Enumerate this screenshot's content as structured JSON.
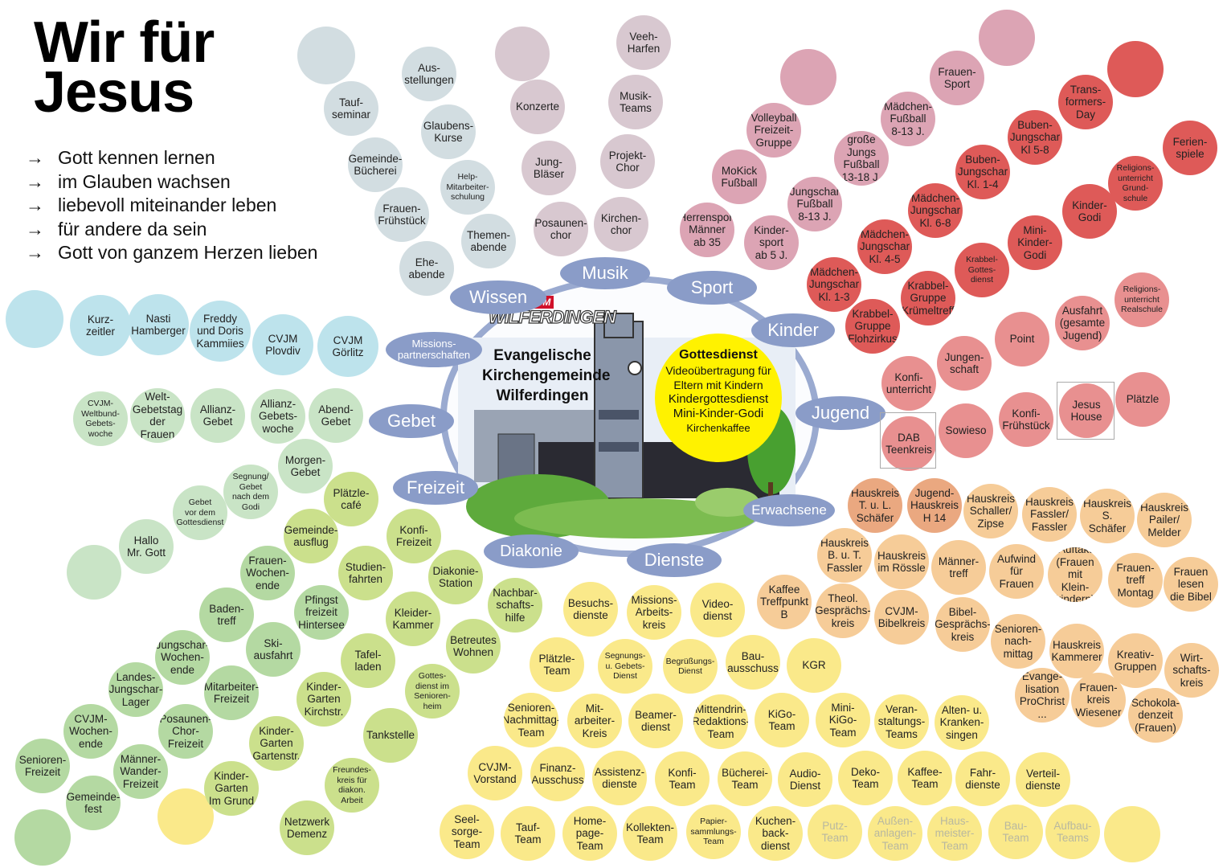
{
  "title": {
    "line1": "Wir für",
    "line2": "Jesus"
  },
  "goals": {
    "arrow": "→",
    "items": [
      "Gott kennen lernen",
      "im Glauben wachsen",
      "liebevoll miteinander leben",
      "für andere da sein",
      "Gott von ganzem Herzen lieben"
    ]
  },
  "center": {
    "cvjm": "CVJM",
    "wilferdingen": "WILFERDINGEN",
    "church": "Evangelische Kirchengemeinde Wilferdingen",
    "gottesdienst": {
      "title": "Gottesdienst",
      "video": "Videoübertragung für Eltern mit Kindern",
      "kigo": "Kindergottesdienst",
      "mini": "Mini-Kinder-Godi",
      "kaffee": "Kirchenkaffee"
    }
  },
  "categories": [
    "Musik",
    "Sport",
    "Kinder",
    "Jugend",
    "Erwachsene",
    "Dienste",
    "Diakonie",
    "Freizeit",
    "Gebet",
    "Missions-partnerschaften",
    "Wissen"
  ],
  "colors": {
    "wissen": "#d2dde1",
    "musik": "#d8c8d0",
    "sport": "#dca4b4",
    "kinder": "#de5a58",
    "jugend": "#e89090",
    "erwachsene_dark": "#eaa880",
    "erwachsene": "#f6cc98",
    "dienste": "#fae98a",
    "diakonie": "#cbe08c",
    "freizeit": "#b4d9a2",
    "gebet": "#c9e4c6",
    "mission": "#bde3ec",
    "category_pill": "#8a9cc8",
    "gottesdienst": "#fff200"
  },
  "bubbles": [
    {
      "t": "Kurz-\nzeitler",
      "c": "mission"
    },
    {
      "t": "Nasti\nHamberger",
      "c": "mission"
    },
    {
      "t": "Freddy\nund Doris\nKammiies",
      "c": "mission"
    },
    {
      "t": "CVJM\nPlovdiv",
      "c": "mission"
    },
    {
      "t": "CVJM\nGörlitz",
      "c": "mission"
    },
    {
      "t": "Tauf-\nseminar",
      "c": "wissen"
    },
    {
      "t": "Aus-\nstellungen",
      "c": "wissen"
    },
    {
      "t": "Gemeinde-\nBücherei",
      "c": "wissen"
    },
    {
      "t": "Glaubens-\nKurse",
      "c": "wissen"
    },
    {
      "t": "Help-\nMitarbeiter-\nschulung",
      "c": "wissen",
      "s": true
    },
    {
      "t": "Frauen-\nFrühstück",
      "c": "wissen"
    },
    {
      "t": "Themen-\nabende",
      "c": "wissen"
    },
    {
      "t": "Ehe-\nabende",
      "c": "wissen"
    },
    {
      "t": "Veeh-\nHarfen",
      "c": "musik"
    },
    {
      "t": "Konzerte",
      "c": "musik"
    },
    {
      "t": "Musik-\nTeams",
      "c": "musik"
    },
    {
      "t": "Jung-\nBläser",
      "c": "musik"
    },
    {
      "t": "Projekt-\nChor",
      "c": "musik"
    },
    {
      "t": "Posaunen-\nchor",
      "c": "musik"
    },
    {
      "t": "Kirchen-\nchor",
      "c": "musik"
    },
    {
      "t": "Frauen-\nSport",
      "c": "sport"
    },
    {
      "t": "Mädchen-\nFußball\n8-13 J.",
      "c": "sport"
    },
    {
      "t": "Volleyball\nFreizeit-\nGruppe",
      "c": "sport"
    },
    {
      "t": "große Jungs\nFußball\n13-18 J.",
      "c": "sport"
    },
    {
      "t": "MoKick\nFußball",
      "c": "sport"
    },
    {
      "t": "Jungschar\nFußball\n8-13 J.",
      "c": "sport"
    },
    {
      "t": "Herrensport\nMänner\nab 35",
      "c": "sport"
    },
    {
      "t": "Kinder-\nsport\nab 5 J.",
      "c": "sport"
    },
    {
      "t": "Trans-\nformers-\nDay",
      "c": "kinder"
    },
    {
      "t": "Buben-\nJungschar\nKl 5-8",
      "c": "kinder"
    },
    {
      "t": "Ferien-\nspiele",
      "c": "kinder"
    },
    {
      "t": "Buben-\nJungschar\nKl. 1-4",
      "c": "kinder"
    },
    {
      "t": "Religions-\nunterricht\nGrund-\nschule",
      "c": "kinder",
      "s": true
    },
    {
      "t": "Mädchen-\nJungschar\nKl. 6-8",
      "c": "kinder"
    },
    {
      "t": "Kinder-\nGodi",
      "c": "kinder"
    },
    {
      "t": "Mädchen-\nJungschar\nKl. 4-5",
      "c": "kinder"
    },
    {
      "t": "Mini-\nKinder-\nGodi",
      "c": "kinder"
    },
    {
      "t": "Krabbel-\nGottes-\ndienst",
      "c": "kinder",
      "s": true
    },
    {
      "t": "Mädchen-\nJungschar\nKl. 1-3",
      "c": "kinder"
    },
    {
      "t": "Krabbel-\nGruppe\nKrümeltreff",
      "c": "kinder"
    },
    {
      "t": "Krabbel-\nGruppe\nFlohzirkus",
      "c": "kinder"
    },
    {
      "t": "Religions-\nunterricht\nRealschule",
      "c": "jugend",
      "s": true
    },
    {
      "t": "Ausfahrt\n(gesamte\nJugend)",
      "c": "jugend"
    },
    {
      "t": "Point",
      "c": "jugend"
    },
    {
      "t": "Jungen-\nschaft",
      "c": "jugend"
    },
    {
      "t": "Konfi-\nunterricht",
      "c": "jugend"
    },
    {
      "t": "Plätzle",
      "c": "jugend"
    },
    {
      "t": "Jesus\nHouse",
      "c": "jugend"
    },
    {
      "t": "Konfi-\nFrühstück",
      "c": "jugend"
    },
    {
      "t": "Sowieso",
      "c": "jugend"
    },
    {
      "t": "DAB\nTeenkreis",
      "c": "jugend"
    },
    {
      "t": "Hauskreis\nT. u. L.\nSchäfer",
      "c": "erwachsene_dark"
    },
    {
      "t": "Jugend-\nHauskreis\nH 14",
      "c": "erwachsene_dark"
    },
    {
      "t": "Hauskreis\nSchaller/\nZipse",
      "c": "erwachsene"
    },
    {
      "t": "Hauskreis\nFassler/\nFassler",
      "c": "erwachsene"
    },
    {
      "t": "Hauskreis\nS. Schäfer",
      "c": "erwachsene"
    },
    {
      "t": "Hauskreis\nPailer/\nMelder",
      "c": "erwachsene"
    },
    {
      "t": "Hauskreis\nB. u. T.\nFassler",
      "c": "erwachsene"
    },
    {
      "t": "Hauskreis\nim Rössle",
      "c": "erwachsene"
    },
    {
      "t": "Männer-\ntreff",
      "c": "erwachsene"
    },
    {
      "t": "Aufwind\nfür\nFrauen",
      "c": "erwachsene"
    },
    {
      "t": "Auftakt\n(Frauen mit\nKlein-\nkindern)",
      "c": "erwachsene"
    },
    {
      "t": "Frauen-\ntreff\nMontag",
      "c": "erwachsene"
    },
    {
      "t": "Frauen\nlesen\ndie Bibel",
      "c": "erwachsene"
    },
    {
      "t": "Kaffee\nTreffpunkt\nB",
      "c": "erwachsene"
    },
    {
      "t": "Theol.\nGesprächs-\nkreis",
      "c": "erwachsene"
    },
    {
      "t": "CVJM-\nBibelkreis",
      "c": "erwachsene"
    },
    {
      "t": "Bibel-\nGesprächs-\nkreis",
      "c": "erwachsene"
    },
    {
      "t": "Senioren-\nnach-\nmittag",
      "c": "erwachsene"
    },
    {
      "t": "Hauskreis\nKammerer",
      "c": "erwachsene"
    },
    {
      "t": "Kreativ-\nGruppen",
      "c": "erwachsene"
    },
    {
      "t": "Wirt-\nschafts-\nkreis",
      "c": "erwachsene"
    },
    {
      "t": "Evange-\nlisation\nProChrist ...",
      "c": "erwachsene"
    },
    {
      "t": "Frauen-\nkreis\nWiesener",
      "c": "erwachsene"
    },
    {
      "t": "Schokola-\ndenzeit\n(Frauen)",
      "c": "erwachsene"
    },
    {
      "t": "Besuchs-\ndienste",
      "c": "dienste"
    },
    {
      "t": "Missions-\nArbeits-\nkreis",
      "c": "dienste"
    },
    {
      "t": "Video-\ndienst",
      "c": "dienste"
    },
    {
      "t": "Plätzle-\nTeam",
      "c": "dienste"
    },
    {
      "t": "Segnungs-\nu. Gebets-\nDienst",
      "c": "dienste",
      "s": true
    },
    {
      "t": "Begrüßungs-\nDienst",
      "c": "dienste",
      "s": true
    },
    {
      "t": "Bau-\nausschuss",
      "c": "dienste"
    },
    {
      "t": "KGR",
      "c": "dienste"
    },
    {
      "t": "Senioren-\nNachmittag-\nTeam",
      "c": "dienste"
    },
    {
      "t": "Mit-\narbeiter-\nKreis",
      "c": "dienste"
    },
    {
      "t": "Beamer-\ndienst",
      "c": "dienste"
    },
    {
      "t": "Mittendrin-\nRedaktions-\nTeam",
      "c": "dienste"
    },
    {
      "t": "KiGo-\nTeam",
      "c": "dienste"
    },
    {
      "t": "Mini-\nKiGo-\nTeam",
      "c": "dienste"
    },
    {
      "t": "Veran-\nstaltungs-\nTeams",
      "c": "dienste"
    },
    {
      "t": "Alten- u.\nKranken-\nsingen",
      "c": "dienste"
    },
    {
      "t": "CVJM-\nVorstand",
      "c": "dienste"
    },
    {
      "t": "Finanz-\nAusschuss",
      "c": "dienste"
    },
    {
      "t": "Assistenz-\ndienste",
      "c": "dienste"
    },
    {
      "t": "Konfi-\nTeam",
      "c": "dienste"
    },
    {
      "t": "Bücherei-\nTeam",
      "c": "dienste"
    },
    {
      "t": "Audio-\nDienst",
      "c": "dienste"
    },
    {
      "t": "Deko-\nTeam",
      "c": "dienste"
    },
    {
      "t": "Kaffee-\nTeam",
      "c": "dienste"
    },
    {
      "t": "Fahr-\ndienste",
      "c": "dienste"
    },
    {
      "t": "Verteil-\ndienste",
      "c": "dienste"
    },
    {
      "t": "Seel-\nsorge-\nTeam",
      "c": "dienste"
    },
    {
      "t": "Tauf-\nTeam",
      "c": "dienste"
    },
    {
      "t": "Home-\npage-\nTeam",
      "c": "dienste"
    },
    {
      "t": "Kollekten-\nTeam",
      "c": "dienste"
    },
    {
      "t": "Papier-\nsammlungs-\nTeam",
      "c": "dienste",
      "s": true
    },
    {
      "t": "Kuchen-\nback-\ndienst",
      "c": "dienste"
    },
    {
      "t": "Putz-\nTeam",
      "c": "dienste",
      "f": true
    },
    {
      "t": "Außen-\nanlagen-\nTeam",
      "c": "dienste",
      "f": true
    },
    {
      "t": "Haus-\nmeister-\nTeam",
      "c": "dienste",
      "f": true
    },
    {
      "t": "Bau-\nTeam",
      "c": "dienste",
      "f": true
    },
    {
      "t": "Aufbau-\nTeams",
      "c": "dienste",
      "f": true
    },
    {
      "t": "Diakonie-\nStation",
      "c": "diakonie"
    },
    {
      "t": "Nachbar-\nschafts-\nhilfe",
      "c": "diakonie"
    },
    {
      "t": "Kleider-\nKammer",
      "c": "diakonie"
    },
    {
      "t": "Betreutes\nWohnen",
      "c": "diakonie"
    },
    {
      "t": "Tafel-\nladen",
      "c": "diakonie"
    },
    {
      "t": "Gottes-\ndienst im\nSenioren-\nheim",
      "c": "diakonie",
      "s": true
    },
    {
      "t": "Kinder-\nGarten\nKirchstr.",
      "c": "diakonie"
    },
    {
      "t": "Tankstelle",
      "c": "diakonie"
    },
    {
      "t": "Kinder-\nGarten\nGartenstr.",
      "c": "diakonie"
    },
    {
      "t": "Freundes-\nkreis für\ndiakon.\nArbeit",
      "c": "diakonie",
      "s": true
    },
    {
      "t": "Kinder-\nGarten\nIm Grund",
      "c": "diakonie"
    },
    {
      "t": "Netzwerk\nDemenz",
      "c": "diakonie"
    },
    {
      "t": "Plätzle-\ncafé",
      "c": "diakonie"
    },
    {
      "t": "Konfi-\nFreizeit",
      "c": "diakonie"
    },
    {
      "t": "Gemeinde-\nausflug",
      "c": "diakonie"
    },
    {
      "t": "Studien-\nfahrten",
      "c": "diakonie"
    },
    {
      "t": "Frauen-\nWochen-\nende",
      "c": "freizeit"
    },
    {
      "t": "Pfingst\nfreizeit\nHintersee",
      "c": "freizeit"
    },
    {
      "t": "Baden-\ntreff",
      "c": "freizeit"
    },
    {
      "t": "Ski-\nausfahrt",
      "c": "freizeit"
    },
    {
      "t": "Jungschar-\nWochen-\nende",
      "c": "freizeit"
    },
    {
      "t": "Mitarbeiter-\nFreizeit",
      "c": "freizeit"
    },
    {
      "t": "Landes-\nJungschar-\nLager",
      "c": "freizeit"
    },
    {
      "t": "Posaunen-\nChor-\nFreizeit",
      "c": "freizeit"
    },
    {
      "t": "CVJM-\nWochen-\nende",
      "c": "freizeit"
    },
    {
      "t": "Männer-\nWander-\nFreizeit",
      "c": "freizeit"
    },
    {
      "t": "Senioren-\nFreizeit",
      "c": "freizeit"
    },
    {
      "t": "Gemeinde-\nfest",
      "c": "freizeit"
    },
    {
      "t": "CVJM-\nWeltbund-\nGebets-\nwoche",
      "c": "gebet",
      "s": true
    },
    {
      "t": "Welt-\nGebetstag\nder Frauen",
      "c": "gebet"
    },
    {
      "t": "Allianz-\nGebet",
      "c": "gebet"
    },
    {
      "t": "Allianz-\nGebets-\nwoche",
      "c": "gebet"
    },
    {
      "t": "Abend-\nGebet",
      "c": "gebet"
    },
    {
      "t": "Morgen-\nGebet",
      "c": "gebet"
    },
    {
      "t": "Segnung/\nGebet\nnach dem\nGodi",
      "c": "gebet",
      "s": true
    },
    {
      "t": "Gebet\nvor dem\nGottesdienst",
      "c": "gebet",
      "s": true
    },
    {
      "t": "Hallo\nMr. Gott",
      "c": "gebet"
    }
  ]
}
